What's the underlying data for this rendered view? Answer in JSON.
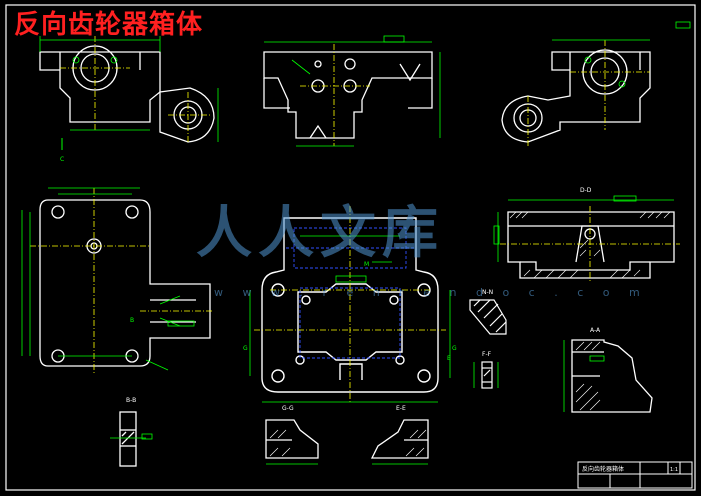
{
  "drawing": {
    "title": "反向齿轮器箱体",
    "watermark": "人人文库",
    "watermark_url": "w w w . r e n r e n d o c . c o m",
    "view_labels": {
      "bb": "B-B",
      "gg": "G-G",
      "ee": "E-E",
      "dd": "D-D",
      "nn": "N-N",
      "ff": "F-F",
      "aa": "A-A",
      "g_left": "G",
      "g_right": "G",
      "e_right": "E",
      "m_mark": "M",
      "c_mark": "C",
      "b_mark": "B"
    },
    "title_block": {
      "part_name": "反向齿轮器箱体",
      "scale": "1:1"
    },
    "colors": {
      "background": "#000000",
      "outline": "#ffffff",
      "dimension": "#00ff00",
      "centerline": "#ffff00",
      "hidden": "#3050ff",
      "hatch": "#ffffff",
      "title": "#ff2020"
    }
  }
}
